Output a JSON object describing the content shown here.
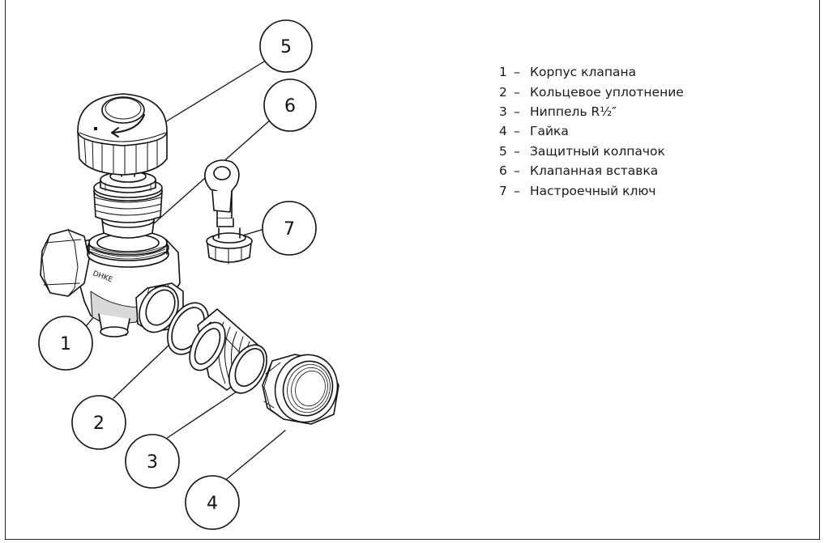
{
  "callouts": [
    "1",
    "2",
    "3",
    "4",
    "5",
    "6",
    "7"
  ],
  "legend": [
    {
      "num": "1",
      "dash": "–",
      "label": "Корпус клапана"
    },
    {
      "num": "2",
      "dash": "–",
      "label": "Кольцевое уплотнение"
    },
    {
      "num": "3",
      "dash": "–",
      "label": "Ниппель R½″"
    },
    {
      "num": "4",
      "dash": "–",
      "label": "Гайка"
    },
    {
      "num": "5",
      "dash": "–",
      "label": "Защитный колпачок"
    },
    {
      "num": "6",
      "dash": "–",
      "label": "Клапанная вставка"
    },
    {
      "num": "7",
      "dash": "–",
      "label": "Настроечный ключ"
    }
  ],
  "colors": {
    "stroke": "#111111",
    "shade": "#cfcfcf",
    "fill": "#ffffff"
  },
  "part_marking": "DHKE"
}
